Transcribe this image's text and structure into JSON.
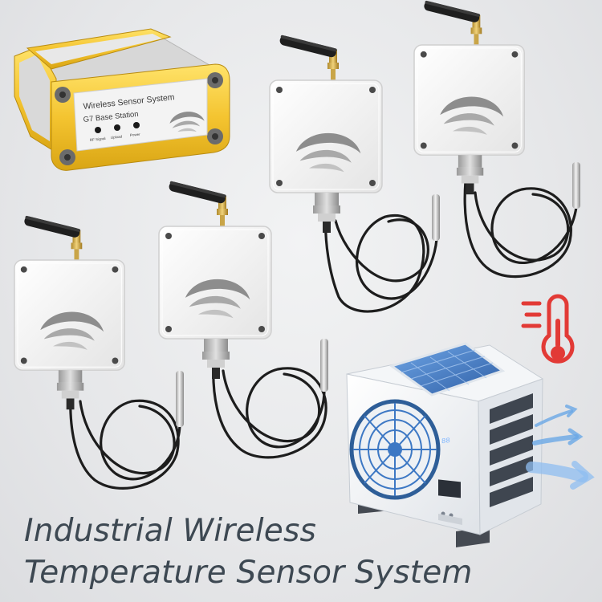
{
  "base_station": {
    "title_line1": "Wireless  Sensor System",
    "title_line2": "G7 Base Station",
    "indicators": [
      "RF Signal",
      "Upload",
      "Power"
    ]
  },
  "sensor_units": [
    {
      "name": "sensor-unit-1"
    },
    {
      "name": "sensor-unit-2"
    },
    {
      "name": "sensor-unit-3"
    },
    {
      "name": "sensor-unit-4"
    }
  ],
  "ac_unit": {
    "display": "88"
  },
  "headline": {
    "line1": "Industrial Wireless",
    "line2": "Temperature Sensor System"
  },
  "colors": {
    "accent_yellow": "#f4c430",
    "thermometer_red": "#e23a36",
    "headline": "#3d4852",
    "solar_blue": "#3d78c4",
    "airflow_blue": "#6aa8e6"
  },
  "icons": [
    "thermometer-icon",
    "airflow-arrows-icon",
    "swoosh-logo-icon"
  ]
}
